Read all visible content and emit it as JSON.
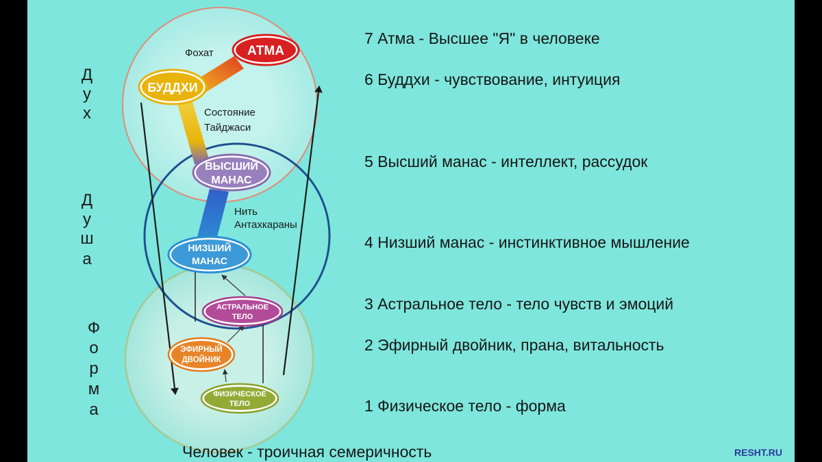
{
  "levels": [
    {
      "text": "7 Атма - Высшее \"Я\" в человеке"
    },
    {
      "text": "6 Буддхи - чувствование, интуиция"
    },
    {
      "text": "5 Высший манас - интеллект, рассудок"
    },
    {
      "text": "4 Низший манас - инстинктивное мышление"
    },
    {
      "text": "3 Астральное тело - тело чувств и эмоций"
    },
    {
      "text": "2 Эфирный двойник, прана, витальность"
    },
    {
      "text": "1 Физическое тело - форма"
    }
  ],
  "vertical_labels": {
    "spirit": [
      "Д",
      "у",
      "х"
    ],
    "soul": [
      "Д",
      "у",
      "ш",
      "а"
    ],
    "form": [
      "Ф",
      "о",
      "р",
      "м",
      "а"
    ]
  },
  "ovals": {
    "atma": {
      "label": "АТМА",
      "color": "#d82020"
    },
    "buddhi": {
      "label": "БУДДХИ",
      "color": "#e8b40c"
    },
    "higher_manas": {
      "line1": "ВЫСШИЙ",
      "line2": "МАНАС",
      "color": "#8a6cae"
    },
    "lower_manas": {
      "line1": "НИЗШИЙ",
      "line2": "МАНАС",
      "color": "#2c8fd4"
    },
    "astral": {
      "line1": "АСТРАЛЬНОЕ",
      "line2": "ТЕЛО",
      "color": "#a63c8e"
    },
    "etheric": {
      "line1": "ЭФИРНЫЙ",
      "line2": "ДВОЙНИК",
      "color": "#e47a18"
    },
    "physical": {
      "line1": "ФИЗИЧЕСКОЕ",
      "line2": "ТЕЛО",
      "color": "#8aa02a"
    }
  },
  "connectors": {
    "fohat": "Фохат",
    "taijasi_line1": "Состояние",
    "taijasi_line2": "Тайджаси",
    "antahkarana_line1": "Нить",
    "antahkarana_line2": "Антахкараны"
  },
  "footer": {
    "caption": "Человек - троичная семеричность",
    "watermark": "RESHT.RU"
  },
  "colors": {
    "background": "#7ee6dc",
    "spirit_circle": "#e48a78",
    "soul_circle": "#1f4f8f",
    "form_circle": "#a8c890",
    "watermark": "#2a3a9a"
  }
}
